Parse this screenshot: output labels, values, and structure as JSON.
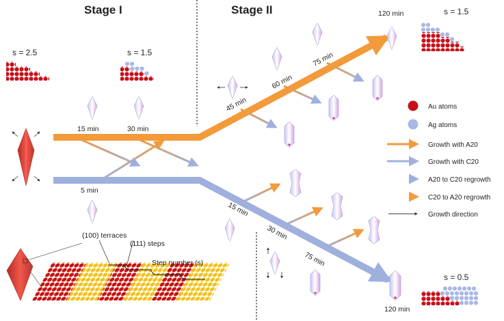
{
  "stages": {
    "stage1": "Stage I",
    "stage2": "Stage II"
  },
  "step_labels": {
    "s_top_left": "s = 2.5",
    "s_top_mid": "s = 1.5",
    "s_top_right": "s = 1.5",
    "s_bottom_right": "s = 0.5"
  },
  "time_labels": {
    "t_15_orange": "15 min",
    "t_30_orange": "30 min",
    "t_5_blue": "5 min",
    "t_45": "45 min",
    "t_60": "60 min",
    "t_75_orange": "75 min",
    "t_120_top": "120 min",
    "t_15_blue": "15 min",
    "t_30_blue": "30 min",
    "t_75_blue": "75 min",
    "t_120_bottom": "120 min"
  },
  "facet_labels": {
    "terraces": "(100) terraces",
    "steps": "(111) steps",
    "step_number": "Step number (s)"
  },
  "legend": {
    "au": "Au atoms",
    "ag": "Ag atoms",
    "a20": "Growth with A20",
    "c20": "Growth with C20",
    "a20_c20": "A20 to C20 regrowth",
    "c20_a20": "C20 to A20 regrowth",
    "direction": "Growth direction"
  },
  "colors": {
    "orange": "#f39a3a",
    "blue": "#9fb0dd",
    "au": "#c8101a",
    "ag": "#a9b8e4",
    "gold": "#f2c21c",
    "crystal_red": "#e8463c"
  }
}
